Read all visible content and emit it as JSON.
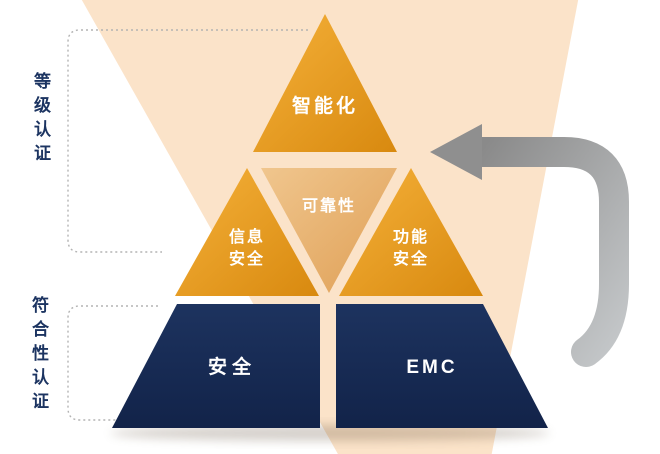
{
  "pyramid": {
    "top": {
      "label": "智能化"
    },
    "middle_left": {
      "line1": "信息",
      "line2": "安全"
    },
    "middle_center": {
      "label": "可靠性"
    },
    "middle_right": {
      "line1": "功能",
      "line2": "安全"
    },
    "bottom_left": {
      "label": "安全"
    },
    "bottom_right": {
      "label": "EMC"
    }
  },
  "side_labels": {
    "upper": "等级认证",
    "lower": "符合性认证"
  },
  "icons": {
    "arrow": "curved-arrow-left"
  },
  "colors": {
    "background": "#ffffff",
    "band": "#fbe3c9",
    "orange_light": "#f5b13a",
    "orange_dark": "#d8890f",
    "tan_light": "#f0c68e",
    "tan_dark": "#df9f55",
    "navy_light": "#1d335f",
    "navy_dark": "#122349",
    "arrow_gray_dark": "#8a8a8a",
    "arrow_gray_light": "#c4c7c9",
    "label_navy": "#1c3461",
    "dotted_gray": "#b3b3b3"
  }
}
